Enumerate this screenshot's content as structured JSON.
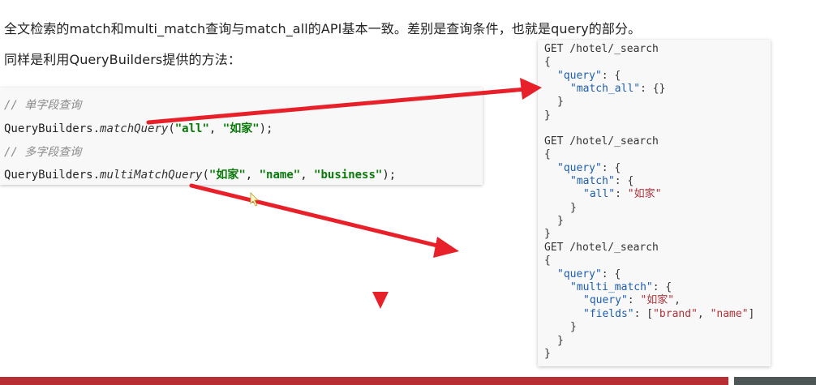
{
  "intro": {
    "line1": "全文检索的match和multi_match查询与match_all的API基本一致。差别是查询条件，也就是query的部分。",
    "line2": "同样是利用QueryBuilders提供的方法："
  },
  "left_code": {
    "comment1": "// 单字段查询",
    "line1": {
      "obj": "QueryBuilders.",
      "method": "matchQuery",
      "open": "(",
      "arg1": "\"all\"",
      "sep1": ", ",
      "arg2": "\"如家\"",
      "close": ");"
    },
    "comment2": "// 多字段查询",
    "line2": {
      "obj": "QueryBuilders.",
      "method": "multiMatchQuery",
      "open": "(",
      "arg1": "\"如家\"",
      "sep1": ", ",
      "arg2": "\"name\"",
      "sep2": ", ",
      "arg3": "\"business\"",
      "close": ");"
    }
  },
  "right_code": {
    "block1": {
      "request": "GET /hotel/_search",
      "open": "{",
      "query_key": "\"query\"",
      "query_open": ": {",
      "inner_key": "\"match_all\"",
      "inner_rest": ": {}",
      "query_close": "}",
      "close": "}"
    },
    "block2": {
      "request": "GET /hotel/_search",
      "open": "{",
      "query_key": "\"query\"",
      "query_open": ": {",
      "match_key": "\"match\"",
      "match_open": ": {",
      "field_key": "\"all\"",
      "colon": ": ",
      "field_val": "\"如家\"",
      "match_close": "}",
      "query_close": "}",
      "close": "}"
    },
    "block3": {
      "request": "GET /hotel/_search",
      "open": "{",
      "query_key": "\"query\"",
      "query_open": ": {",
      "mm_key": "\"multi_match\"",
      "mm_open": ": {",
      "q_key": "\"query\"",
      "colon": ": ",
      "q_val": "\"如家\"",
      "comma": ",",
      "f_key": "\"fields\"",
      "f_open": ": [",
      "f_val1": "\"brand\"",
      "f_sep": ", ",
      "f_val2": "\"name\"",
      "f_close": "]",
      "mm_close": "}",
      "query_close": "}",
      "close": "}"
    }
  },
  "colors": {
    "arrow": "#e8202a",
    "bottom_bar": "#b72e33",
    "bottom_bar_secondary": "#4d5655",
    "json_key": "#1d5fb0",
    "json_value": "#b0323a",
    "code_string": "#0a7a0a",
    "code_comment": "#8a8a8a"
  }
}
